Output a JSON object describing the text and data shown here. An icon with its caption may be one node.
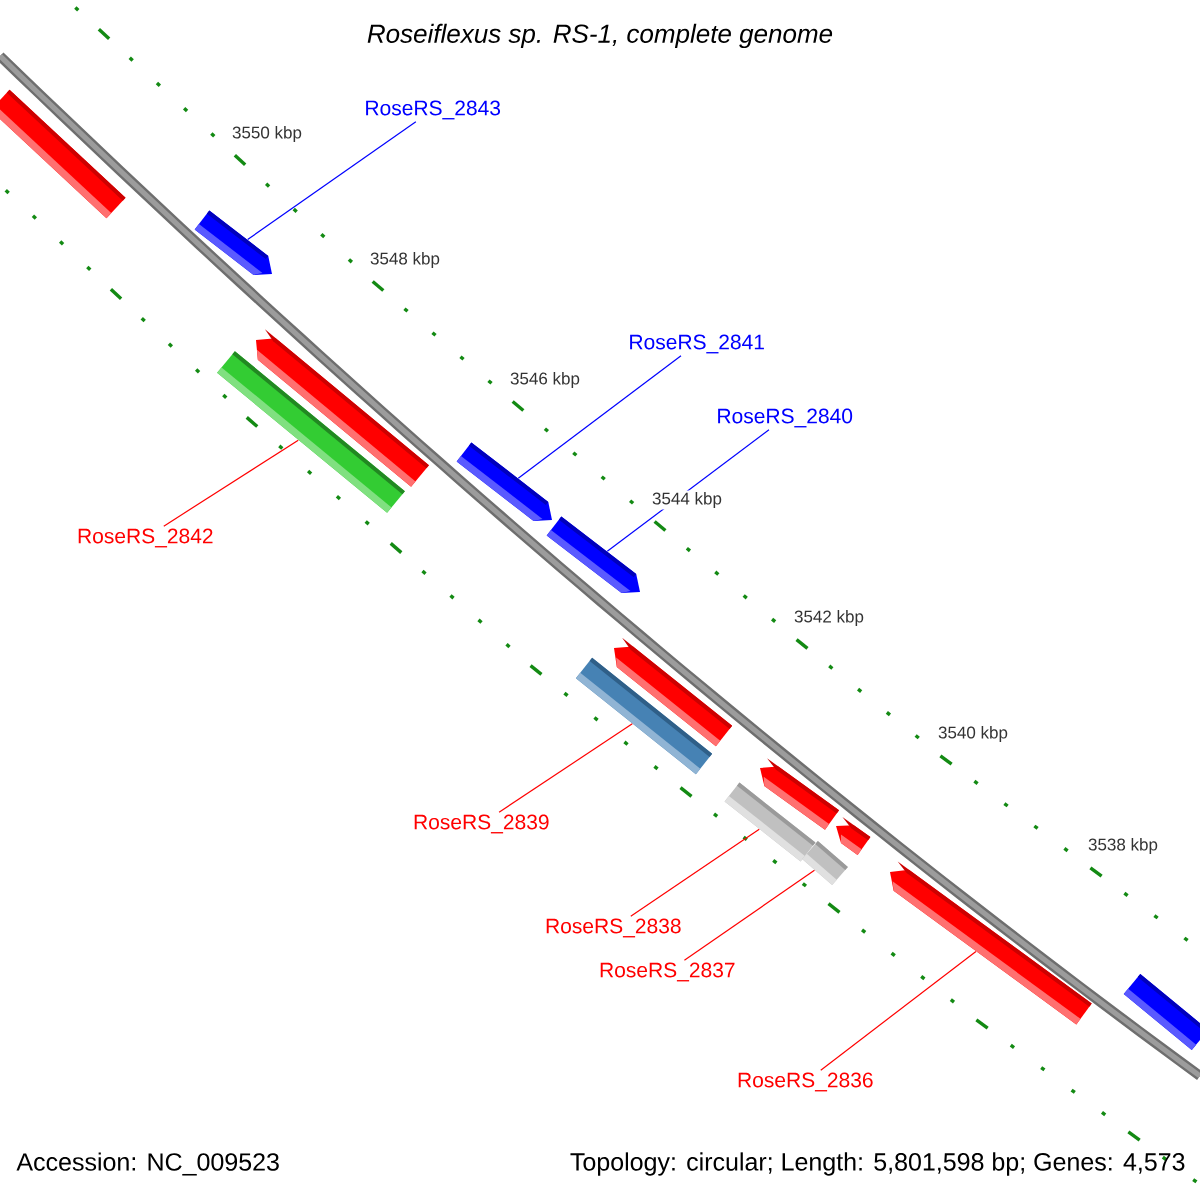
{
  "diagram": {
    "title": "Roseiflexus sp. RS-1, complete genome",
    "nodes": [
      {
        "text": [],
        "shape": "bar"
      },
      {
        "text": [
          "RoseRS_2843"
        ]
      },
      {
        "text": [],
        "shape": "bar"
      },
      {
        "text": [],
        "shape": "bar"
      },
      {
        "text": [],
        "shape": "bar"
      },
      {
        "text": [
          "RoseRS_2842"
        ]
      },
      {
        "text": [
          "RoseRS_2841"
        ]
      },
      {
        "text": [],
        "shape": "bar"
      },
      {
        "text": [
          "RoseRS_2840"
        ]
      },
      {
        "text": [],
        "shape": "bar"
      },
      {
        "text": [],
        "shape": "bar"
      },
      {
        "text": [],
        "shape": "bar"
      },
      {
        "text": [
          "RoseRS_2839"
        ]
      },
      {
        "text": [],
        "shape": "bar"
      },
      {
        "text": [],
        "shape": "bar"
      },
      {
        "text": [],
        "shape": "bar"
      },
      {
        "text": [],
        "shape": "bar"
      },
      {
        "text": [
          "RoseRS_2838"
        ]
      },
      {
        "text": [
          "RoseRS_2837"
        ]
      },
      {
        "text": [],
        "shape": "bar"
      },
      {
        "text": [
          "RoseRS_2836"
        ]
      },
      {
        "text": [],
        "shape": "bar"
      }
    ],
    "edges": [
      {
        "from": 1,
        "to": 2,
        "arrow": "none",
        "color": "#0000ff"
      },
      {
        "from": 5,
        "to": 4,
        "arrow": "none"
      },
      {
        "from": 6,
        "to": 7,
        "arrow": "none",
        "color": "#0000ff"
      },
      {
        "from": 8,
        "to": 9,
        "arrow": "none",
        "color": "#0000ff"
      },
      {
        "from": 12,
        "to": 11,
        "arrow": "none"
      },
      {
        "from": 17,
        "to": 15,
        "arrow": "none"
      },
      {
        "from": 18,
        "to": 16,
        "arrow": "none"
      },
      {
        "from": 20,
        "to": 19,
        "arrow": "none"
      }
    ],
    "labels": [
      "3550 kbp",
      "3548 kbp",
      "3546 kbp",
      "3544 kbp",
      "3542 kbp",
      "3540 kbp",
      "3538 kbp",
      "Accession: NC_009523",
      "Topology: circular; Length: 5,801,598 bp; Genes: 4,573"
    ]
  }
}
